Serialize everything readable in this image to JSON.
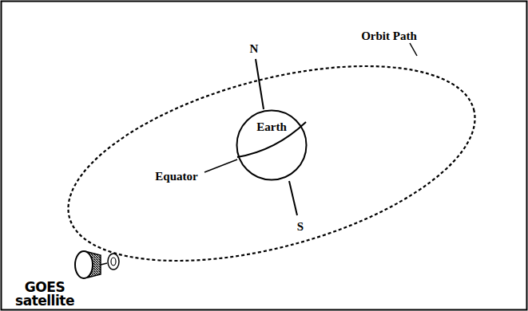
{
  "diagram": {
    "nodes": [
      {
        "text": [
          "Earth"
        ]
      }
    ],
    "labels": [
      "Orbit Path",
      "N",
      "Equator",
      "S",
      "GOES satellite"
    ]
  }
}
